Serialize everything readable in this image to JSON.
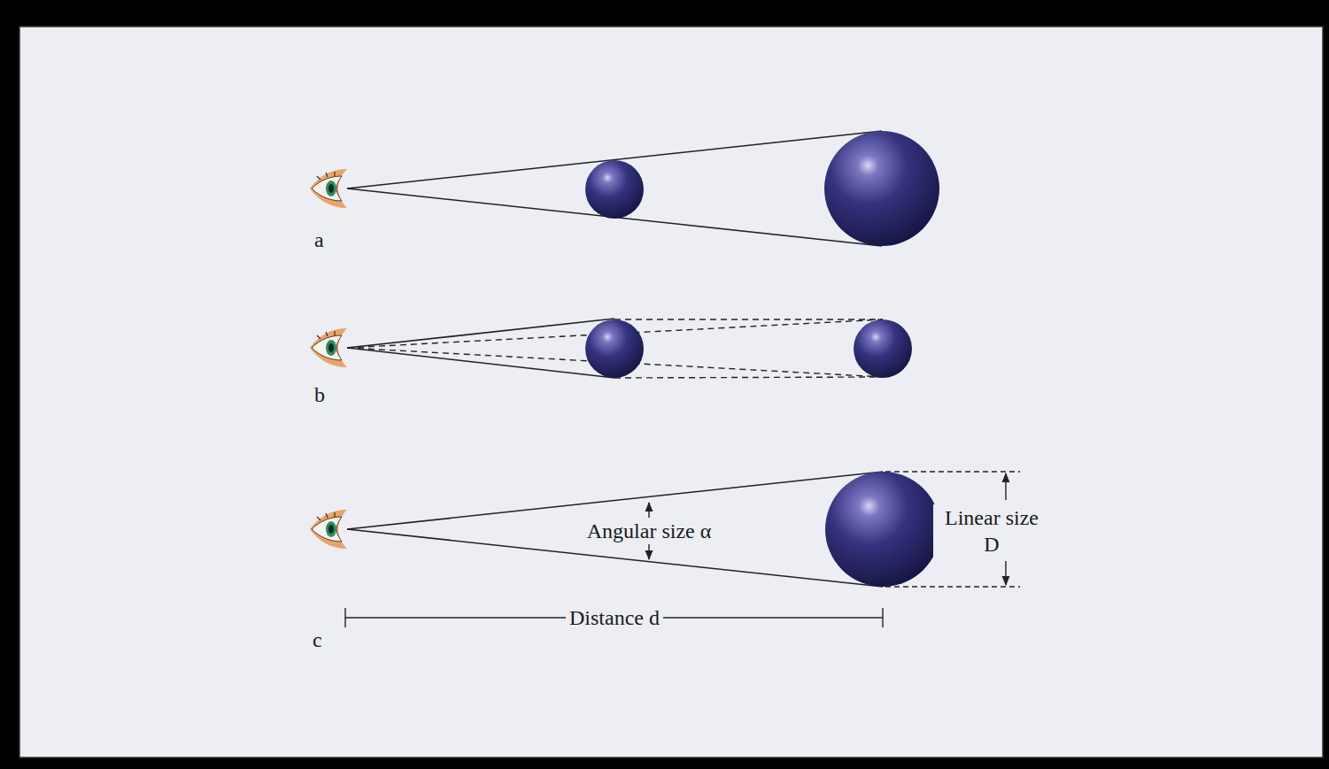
{
  "diagram": {
    "labels": [
      "a",
      "b",
      "c",
      "Angular size α",
      "Linear size D",
      "Distance d"
    ]
  }
}
